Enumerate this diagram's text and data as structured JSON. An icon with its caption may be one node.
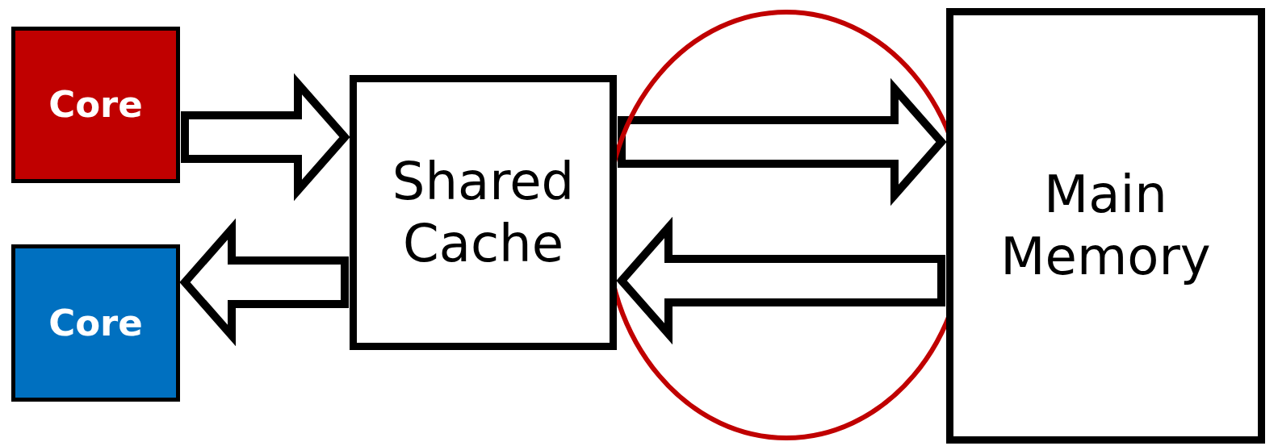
{
  "diagram": {
    "nodes": [
      {
        "text": [
          "Core"
        ]
      },
      {
        "text": [
          "Core"
        ]
      },
      {
        "text": [
          "Shared Cache"
        ]
      },
      {
        "text": [
          "Main Memory"
        ]
      }
    ],
    "edges": [
      {
        "from": 0,
        "to": 2,
        "arrow": "to"
      },
      {
        "from": 2,
        "to": 1,
        "arrow": "to"
      },
      {
        "from": 2,
        "to": 3,
        "arrow": "to"
      },
      {
        "from": 3,
        "to": 2,
        "arrow": "to"
      }
    ]
  }
}
